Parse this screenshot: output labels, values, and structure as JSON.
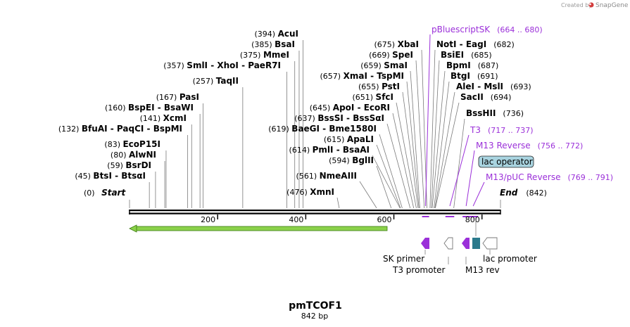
{
  "credit": {
    "text": "Created by",
    "brand": "SnapGene",
    "logo_icon": "snapgene-logo-icon"
  },
  "plasmid": {
    "name": "pmTCOF1",
    "size_label": "842 bp",
    "length": 842
  },
  "ends": {
    "start": {
      "pos": 0,
      "num": "(0)",
      "label": "Start"
    },
    "end": {
      "pos": 842,
      "num": "(842)",
      "label": "End"
    }
  },
  "ticks": [
    {
      "pos": 200,
      "label": "200"
    },
    {
      "pos": 400,
      "label": "400"
    },
    {
      "pos": 600,
      "label": "600"
    },
    {
      "pos": 800,
      "label": "800"
    }
  ],
  "left_sites": [
    {
      "pos": 45,
      "num": "(45)",
      "names": [
        "BtsI",
        "BtsαI"
      ]
    },
    {
      "pos": 59,
      "num": "(59)",
      "names": [
        "BsrDI"
      ]
    },
    {
      "pos": 80,
      "num": "(80)",
      "names": [
        "AlwNI"
      ]
    },
    {
      "pos": 83,
      "num": "(83)",
      "names": [
        "EcoP15I"
      ]
    },
    {
      "pos": 132,
      "num": "(132)",
      "names": [
        "BfuAI",
        "PaqCI",
        "BspMI"
      ]
    },
    {
      "pos": 141,
      "num": "(141)",
      "names": [
        "XcmI"
      ]
    },
    {
      "pos": 160,
      "num": "(160)",
      "names": [
        "BspEI",
        "BsaWI"
      ]
    },
    {
      "pos": 167,
      "num": "(167)",
      "names": [
        "PasI"
      ]
    },
    {
      "pos": 257,
      "num": "(257)",
      "names": [
        "TaqII"
      ]
    },
    {
      "pos": 357,
      "num": "(357)",
      "names": [
        "SmlI",
        "XhoI",
        "PaeR7I"
      ]
    },
    {
      "pos": 375,
      "num": "(375)",
      "names": [
        "MmeI"
      ]
    },
    {
      "pos": 385,
      "num": "(385)",
      "names": [
        "BsaI"
      ]
    },
    {
      "pos": 394,
      "num": "(394)",
      "names": [
        "AcuI"
      ]
    }
  ],
  "mid_sites": [
    {
      "pos": 476,
      "num": "(476)",
      "names": [
        "XmnI"
      ]
    },
    {
      "pos": 561,
      "num": "(561)",
      "names": [
        "NmeAIII"
      ]
    },
    {
      "pos": 594,
      "num": "(594)",
      "names": [
        "BglII"
      ]
    },
    {
      "pos": 614,
      "num": "(614)",
      "names": [
        "PmlI",
        "BsaAI"
      ]
    },
    {
      "pos": 615,
      "num": "(615)",
      "names": [
        "ApaLI"
      ]
    },
    {
      "pos": 619,
      "num": "(619)",
      "names": [
        "BaeGI",
        "Bme1580I"
      ]
    },
    {
      "pos": 637,
      "num": "(637)",
      "names": [
        "BssSI",
        "BssSαI"
      ]
    },
    {
      "pos": 645,
      "num": "(645)",
      "names": [
        "ApoI",
        "EcoRI"
      ]
    },
    {
      "pos": 651,
      "num": "(651)",
      "names": [
        "SfcI"
      ]
    },
    {
      "pos": 655,
      "num": "(655)",
      "names": [
        "PstI"
      ]
    },
    {
      "pos": 657,
      "num": "(657)",
      "names": [
        "XmaI",
        "TspMI"
      ]
    },
    {
      "pos": 659,
      "num": "(659)",
      "names": [
        "SmaI"
      ]
    },
    {
      "pos": 669,
      "num": "(669)",
      "names": [
        "SpeI"
      ]
    },
    {
      "pos": 675,
      "num": "(675)",
      "names": [
        "XbaI"
      ]
    }
  ],
  "right_sites": [
    {
      "pos": 682,
      "num": "(682)",
      "names": [
        "NotI",
        "EagI"
      ]
    },
    {
      "pos": 685,
      "num": "(685)",
      "names": [
        "BsiEI"
      ]
    },
    {
      "pos": 687,
      "num": "(687)",
      "names": [
        "BpmI"
      ]
    },
    {
      "pos": 691,
      "num": "(691)",
      "names": [
        "BtgI"
      ]
    },
    {
      "pos": 693,
      "num": "(693)",
      "names": [
        "AleI",
        "MslI"
      ]
    },
    {
      "pos": 694,
      "num": "(694)",
      "names": [
        "SacII"
      ]
    },
    {
      "pos": 736,
      "num": "(736)",
      "names": [
        "BssHII"
      ]
    }
  ],
  "primers": [
    {
      "name": "pBluescriptSK",
      "range": "(664 .. 680)",
      "start": 664,
      "end": 680
    },
    {
      "name": "T3",
      "range": "(717 .. 737)",
      "start": 717,
      "end": 737
    },
    {
      "name": "M13 Reverse",
      "range": "(756 .. 772)",
      "start": 756,
      "end": 772
    },
    {
      "name": "M13/pUC Reverse",
      "range": "(769 .. 791)",
      "start": 769,
      "end": 791
    }
  ],
  "lac_operator": {
    "label": "lac operator",
    "color": "#2b7a8c",
    "badge_color": "#a9d4e0"
  },
  "feature_legend": [
    {
      "label": "SK primer",
      "color": "#a020f0"
    },
    {
      "label": "T3 promoter",
      "color": "#ffffff"
    },
    {
      "label": "M13 rev",
      "color": "#a020f0"
    },
    {
      "label": "lac promoter",
      "color": "#ffffff"
    }
  ],
  "colors": {
    "primer": "#9b30d9",
    "orf": "#8bd24a",
    "orf_border": "#3a7a10",
    "backbone": "#000000"
  }
}
